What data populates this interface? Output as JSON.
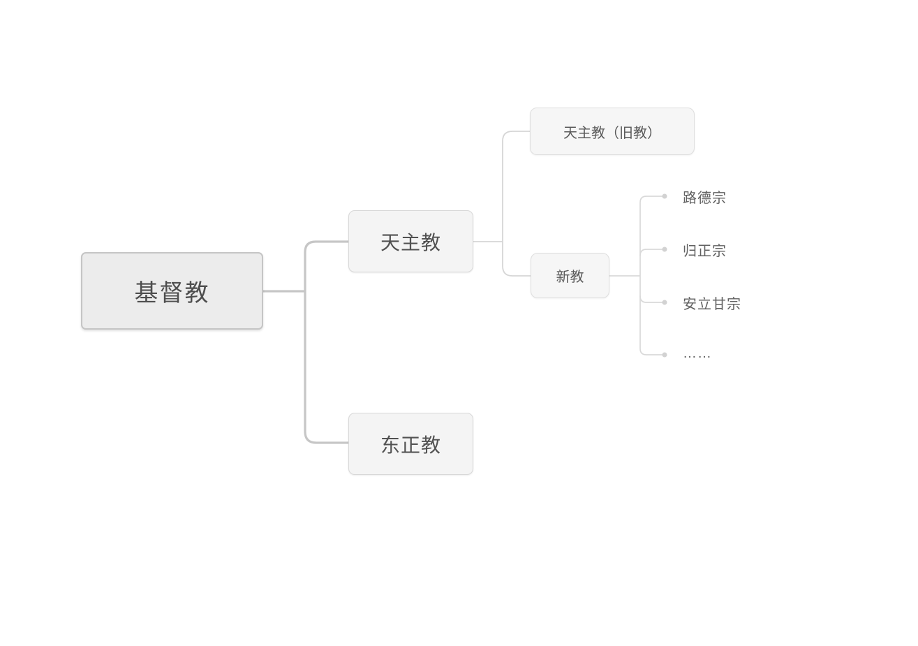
{
  "tree": {
    "root": {
      "label": "基督教",
      "children": [
        {
          "label": "天主教",
          "children": [
            {
              "label": "天主教（旧教）"
            },
            {
              "label": "新教",
              "children": [
                {
                  "label": "路德宗"
                },
                {
                  "label": "归正宗"
                },
                {
                  "label": "安立甘宗"
                },
                {
                  "label": "……"
                }
              ]
            }
          ]
        },
        {
          "label": "东正教"
        }
      ]
    }
  },
  "colors": {
    "root_node_fill": "#ececec",
    "root_node_border": "#c5c5c5",
    "branch_node_fill": "#f4f4f4",
    "branch_node_border": "#d8d8d8",
    "sub_node_fill": "#f6f6f6",
    "sub_node_border": "#dedede",
    "connector_level1": "#c6c6c6",
    "connector_level2": "#d6d6d6",
    "connector_level3": "#d9d9d9",
    "leaf_dot": "#d2d2d2",
    "text_primary": "#4e4e4e",
    "text_leaf": "#616161",
    "background": "#ffffff"
  }
}
